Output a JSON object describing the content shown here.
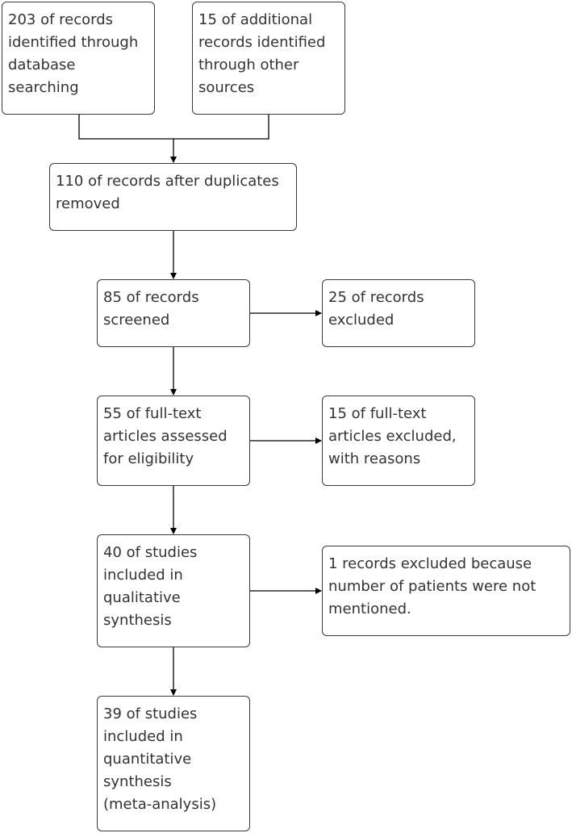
{
  "flow": {
    "identification": {
      "database": "203 of records\nidentified through\ndatabase\nsearching",
      "other_sources": "15 of additional\nrecords identified\nthrough other\nsources"
    },
    "after_duplicates": "110 of records after duplicates\nremoved",
    "screened": "85 of records\nscreened",
    "excluded_screening": "25 of records\nexcluded",
    "full_text_assessed": "55 of full-text\narticles assessed\nfor eligibility",
    "full_text_excluded": "15 of full-text\narticles excluded,\nwith reasons",
    "qualitative": "40 of studies\nincluded in\nqualitative\nsynthesis",
    "qualitative_excluded": "1 records excluded because\nnumber of patients were not\nmentioned.",
    "quantitative": "39 of studies\nincluded in\nquantitative\nsynthesis\n(meta-analysis)"
  },
  "colors": {
    "border": "#3a3a3a",
    "text": "#333333",
    "line": "#000000"
  }
}
